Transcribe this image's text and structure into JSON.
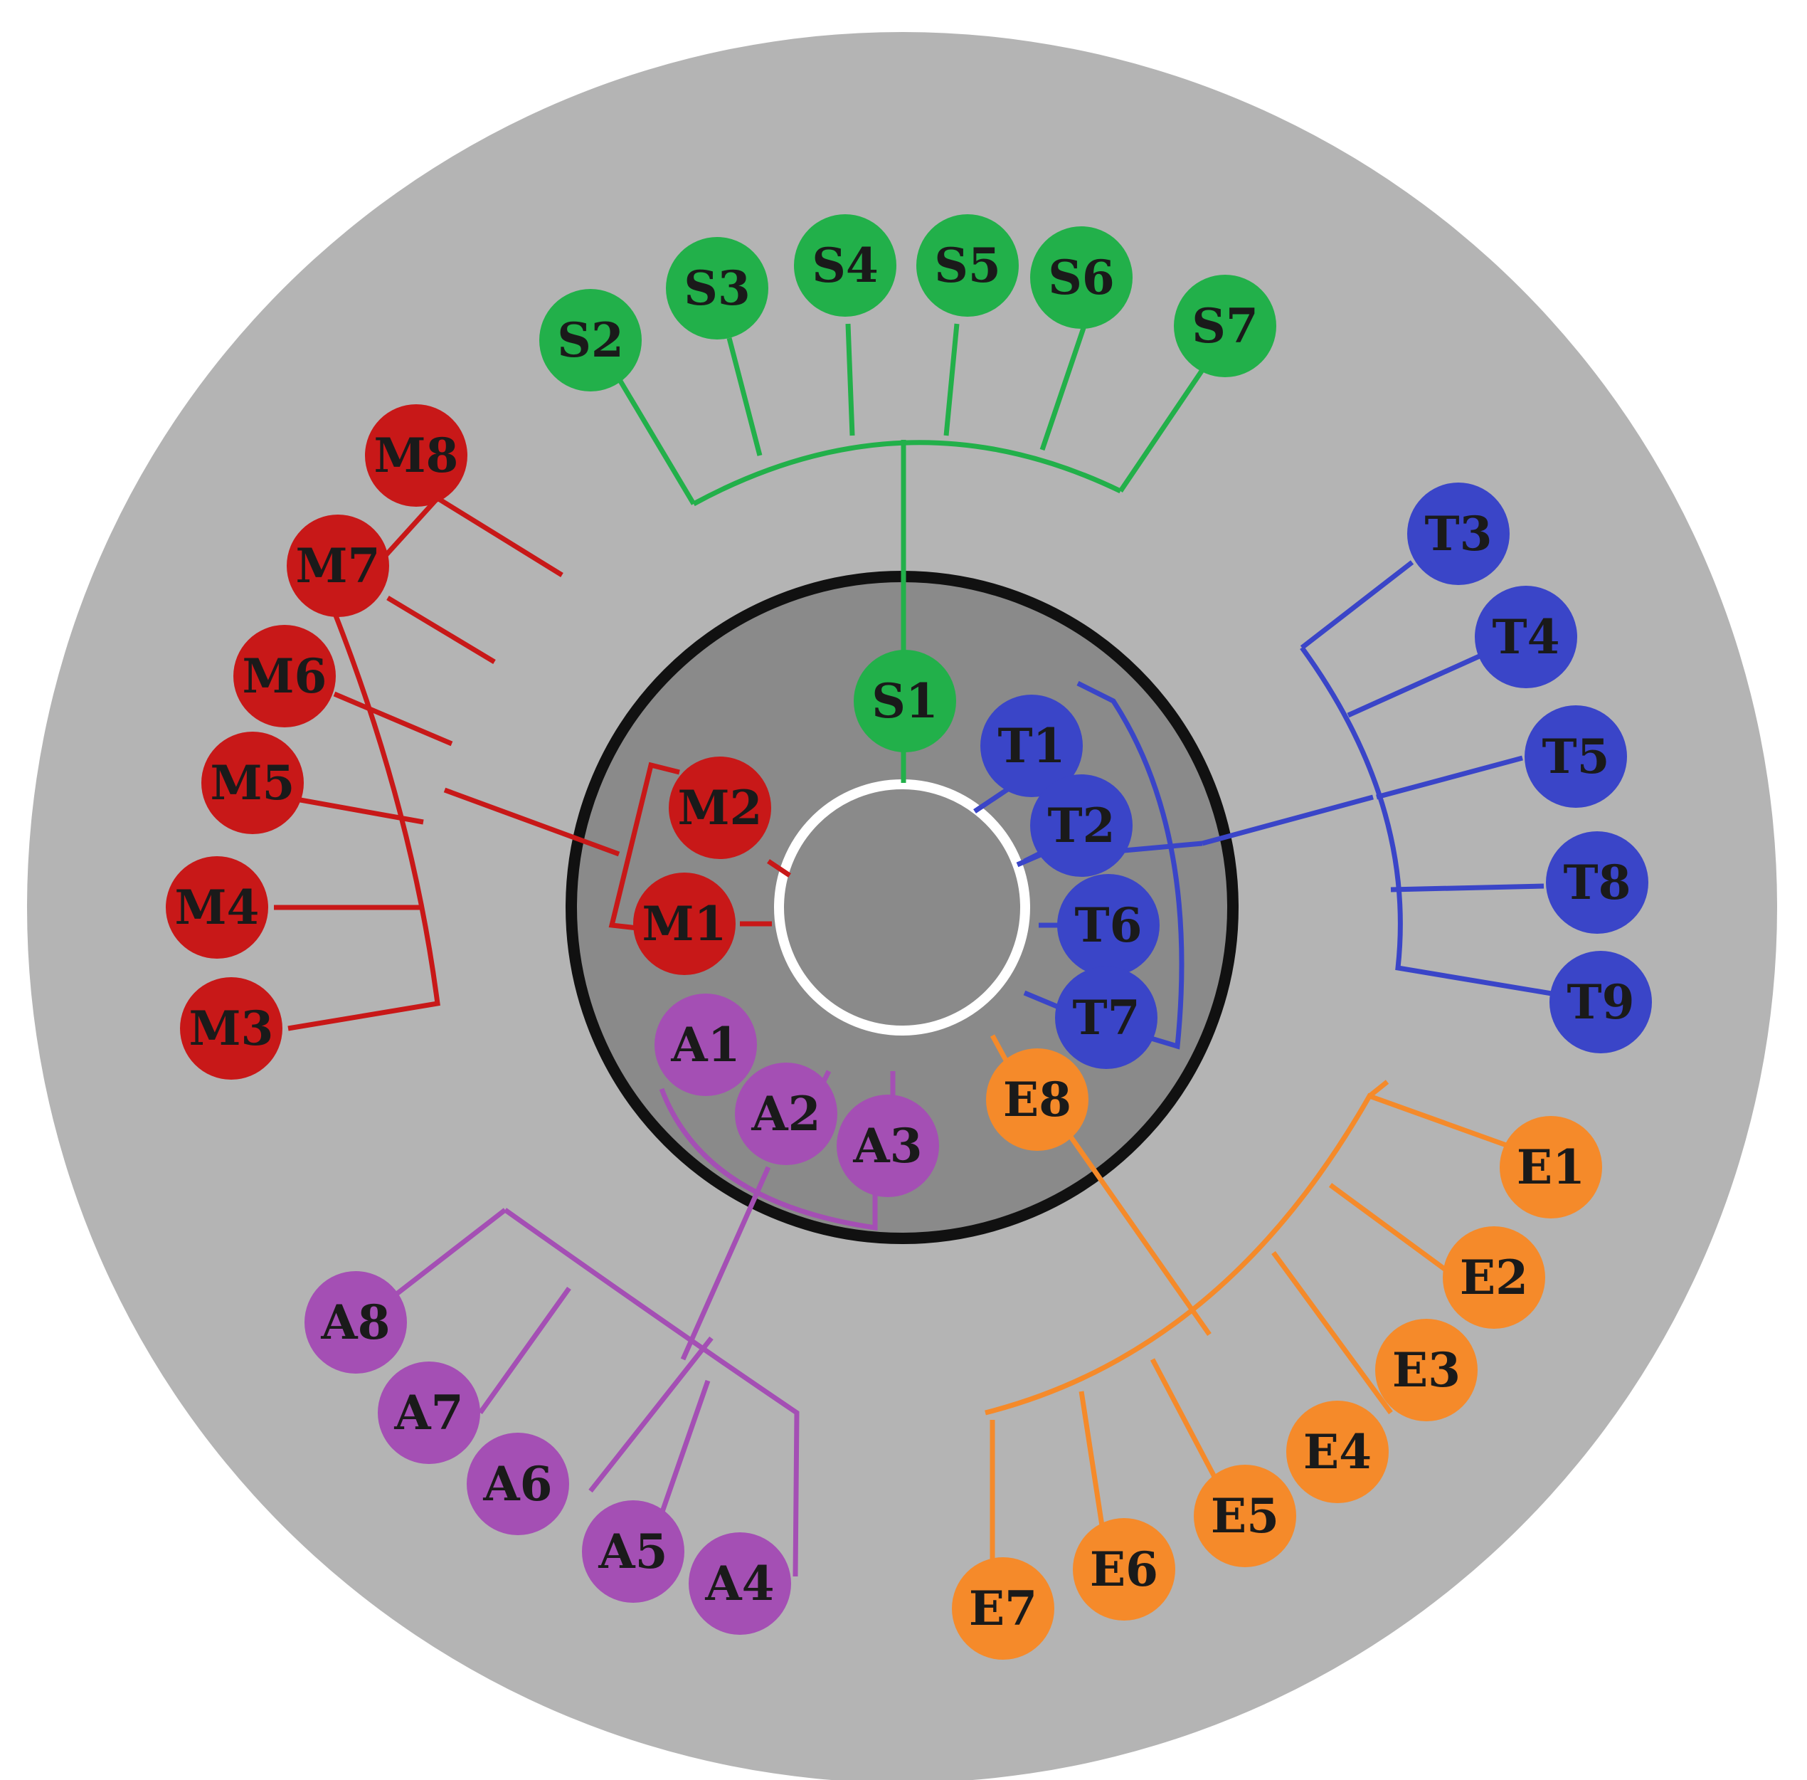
{
  "colors": {
    "page_background": "#ffffff",
    "outer_disc": "#b4b4b4",
    "middle_ring": "#8a8a8a",
    "middle_ring_border": "#111111",
    "inner_hub": "#8a8a8a",
    "inner_hub_border": "#ffffff"
  },
  "groups": [
    {
      "id": "S",
      "color": "#22b04a",
      "nodes": [
        "S1",
        "S2",
        "S3",
        "S4",
        "S5",
        "S6",
        "S7"
      ]
    },
    {
      "id": "T",
      "color": "#3a45c8",
      "nodes": [
        "T1",
        "T2",
        "T3",
        "T4",
        "T5",
        "T6",
        "T7",
        "T8",
        "T9"
      ]
    },
    {
      "id": "E",
      "color": "#f58a2a",
      "nodes": [
        "E1",
        "E2",
        "E3",
        "E4",
        "E5",
        "E6",
        "E7",
        "E8"
      ]
    },
    {
      "id": "A",
      "color": "#a44fb4",
      "nodes": [
        "A1",
        "A2",
        "A3",
        "A4",
        "A5",
        "A6",
        "A7",
        "A8"
      ]
    },
    {
      "id": "M",
      "color": "#c81818",
      "nodes": [
        "M1",
        "M2",
        "M3",
        "M4",
        "M5",
        "M6",
        "M7",
        "M8"
      ]
    }
  ]
}
